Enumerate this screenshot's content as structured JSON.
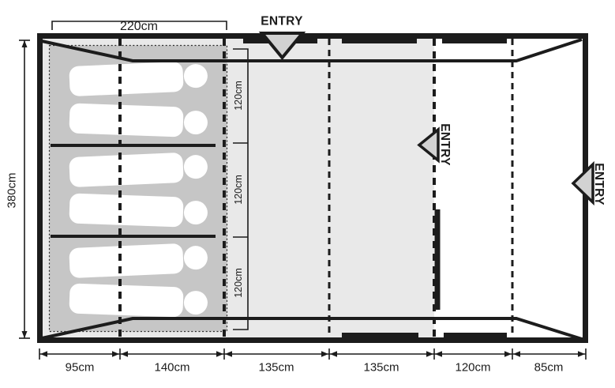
{
  "floorplan": {
    "entries": {
      "top": "ENTRY",
      "middle": "ENTRY",
      "right": "ENTRY"
    },
    "dimensions": {
      "bedroom_width": "220cm",
      "tent_depth": "380cm",
      "bedroom_sections": [
        "120cm",
        "120cm",
        "120cm"
      ],
      "bottom_segments": [
        "95cm",
        "140cm",
        "135cm",
        "135cm",
        "120cm",
        "85cm"
      ]
    },
    "occupants": 6,
    "icons": {
      "entry_arrow": "filled-triangle",
      "person": "sleeping-person-silhouette"
    },
    "colors": {
      "line": "#1c1c1c",
      "canopy_fill": "#e9e9e9",
      "bedroom_fill": "#c6c6c6",
      "arrow_fill": "#d2d2d2",
      "person_fill": "#ffffff"
    }
  }
}
